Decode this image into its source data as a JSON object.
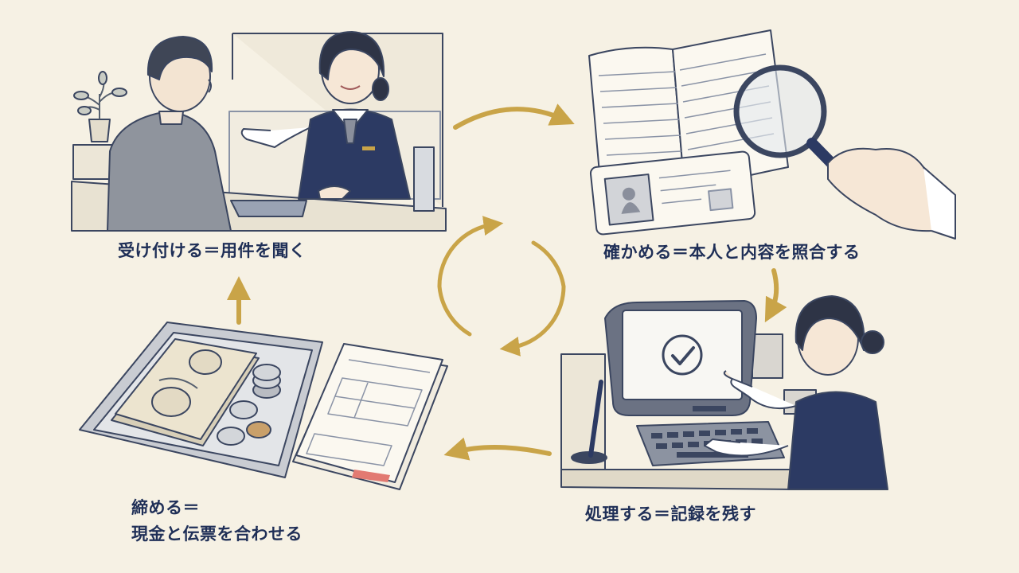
{
  "diagram": {
    "steps": [
      {
        "id": "receive",
        "label": "受け付ける＝用件を聞く"
      },
      {
        "id": "verify",
        "label": "確かめる＝本人と内容を照合する"
      },
      {
        "id": "process",
        "label": "処理する＝記録を残す"
      },
      {
        "id": "close",
        "label_line1": "締める＝",
        "label_line2": "現金と伝票を合わせる"
      }
    ],
    "colors": {
      "background": "#f6f1e4",
      "text": "#1f2f57",
      "arrow": "#c9a448",
      "ink": "#3b4660",
      "navy": "#2c3a63",
      "paper": "#fbf8f0"
    },
    "icons": [
      "teller-counter-scene",
      "id-card-magnifier-scene",
      "computer-entry-scene",
      "cash-tray-voucher-scene",
      "cycle-arrows-icon"
    ]
  }
}
